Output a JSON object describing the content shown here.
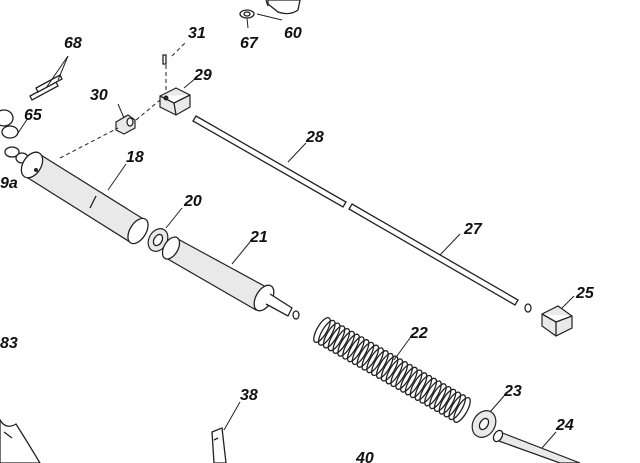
{
  "diagram": {
    "callouts": {
      "c31": "31",
      "c67": "67",
      "c60": "60",
      "c68": "68",
      "c29": "29",
      "c30": "30",
      "c65": "65",
      "c28": "28",
      "c18": "18",
      "c9a": "9a",
      "c20": "20",
      "c21": "21",
      "c27": "27",
      "c25": "25",
      "c83": "83",
      "c22": "22",
      "c23": "23",
      "c24": "24",
      "c38": "38",
      "c40": "40"
    }
  }
}
